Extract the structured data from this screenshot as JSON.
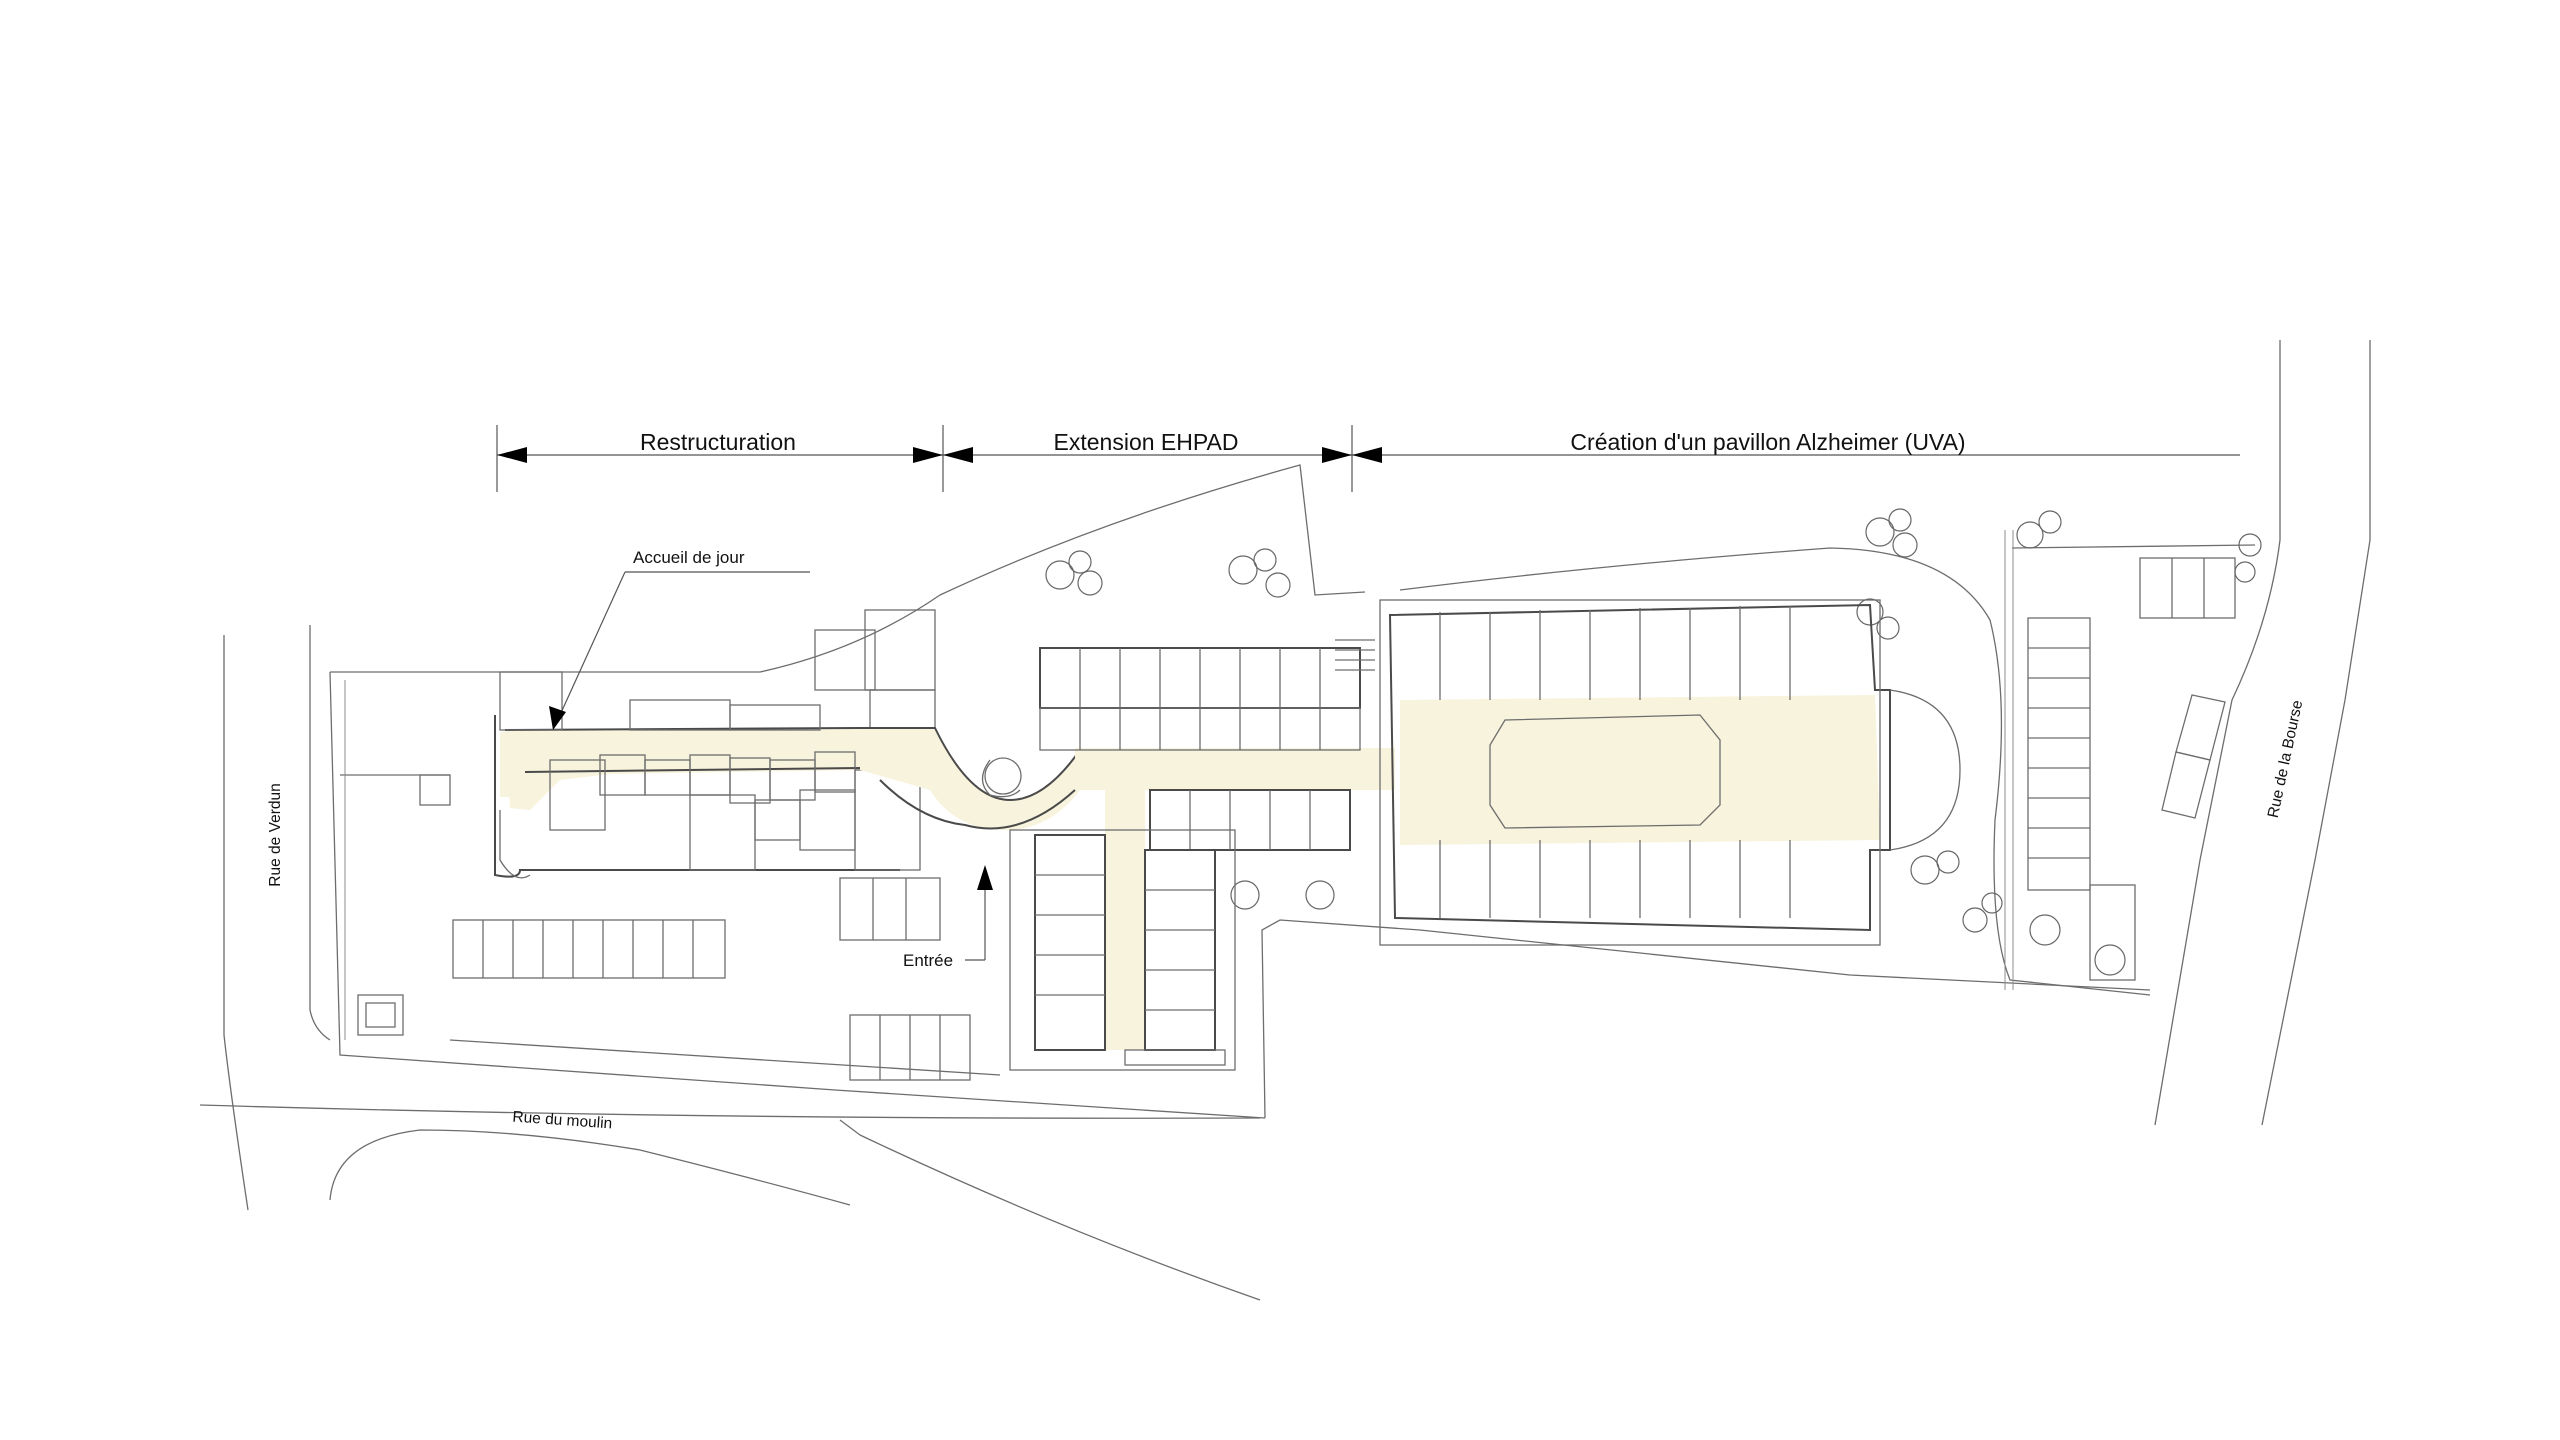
{
  "sections": {
    "restructuration": "Restructuration",
    "extension": "Extension EHPAD",
    "creation": "Création d'un pavillon Alzheimer (UVA)"
  },
  "annotations": {
    "accueil": "Accueil de jour",
    "entree": "Entrée"
  },
  "streets": {
    "verdun": "Rue de Verdun",
    "moulin": "Rue du moulin",
    "bourse": "Rue de la Bourse"
  },
  "colors": {
    "corridor": "#f7f3dc",
    "lines": "#6d6d6d",
    "walls": "#4a4a4a"
  }
}
